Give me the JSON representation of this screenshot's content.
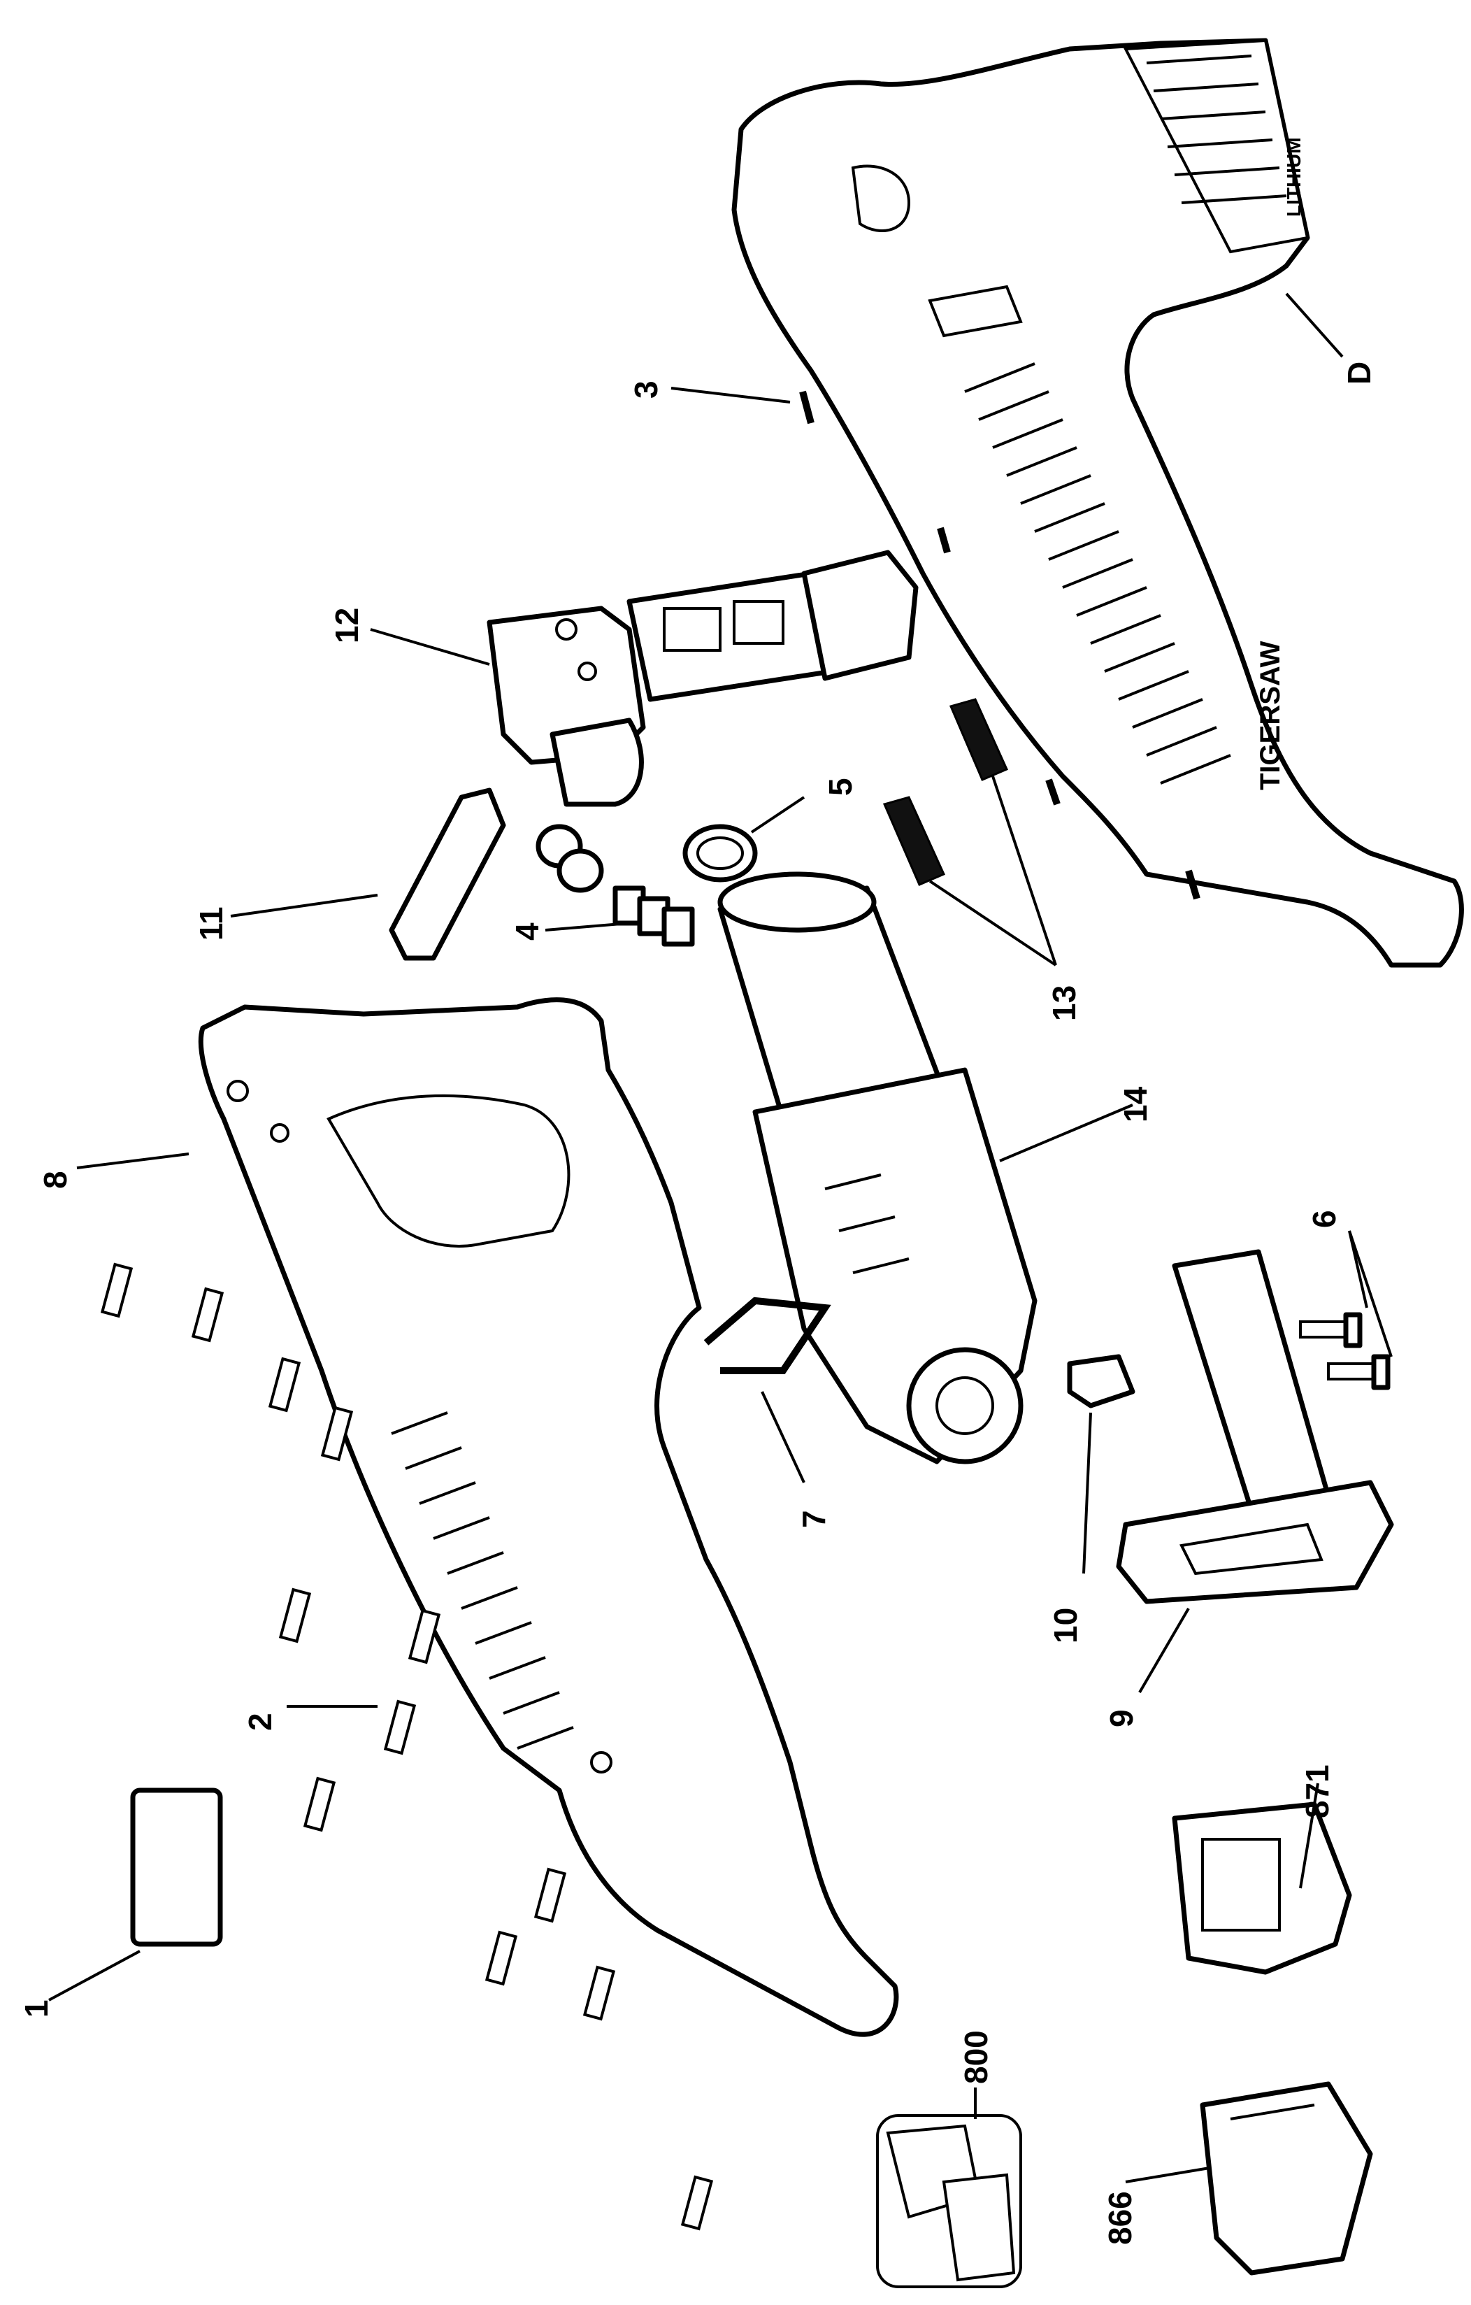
{
  "callouts": {
    "c1": "1",
    "c2": "2",
    "c3": "3",
    "c4": "4",
    "c5": "5",
    "c6": "6",
    "c7": "7",
    "c8": "8",
    "c9": "9",
    "c10": "10",
    "c11": "11",
    "c12": "12",
    "c13": "13",
    "c14": "14",
    "cD": "D",
    "c800": "800",
    "c866": "866",
    "c871": "871"
  },
  "housing_brand": "TIGERSAW",
  "battery_text": "LITHIUM"
}
